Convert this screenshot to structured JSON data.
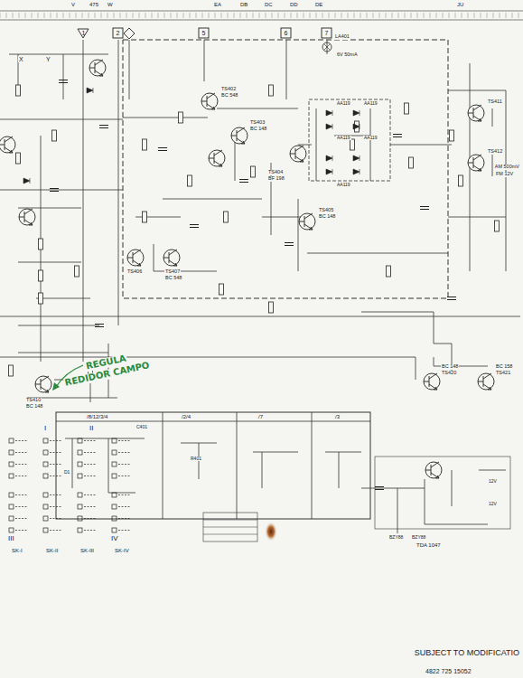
{
  "diagram": {
    "labels": [
      "X",
      "Y",
      "V",
      "W",
      "475",
      "EA",
      "DB",
      "DC",
      "DD",
      "DE",
      "JU",
      "1",
      "2",
      "5",
      "6",
      "7",
      "TS402",
      "BC 548",
      "TS403",
      "BC 148",
      "TS404",
      "BF 198",
      "TS405",
      "BC 148",
      "TS406",
      "TS407",
      "BC 548",
      "LA401",
      "6V 50mA",
      "TS411",
      "TS412",
      "AM 500mV",
      "FM 12V",
      "AA119",
      "AA119",
      "AA119",
      "AA119",
      "AA119",
      "TS410",
      "BC 148",
      "REGULA",
      "REDIDOR CAMPO",
      "TS420",
      "BC 148",
      "TS421",
      "BC 158",
      "/8/12/3/4",
      "/2/4",
      "/7",
      "/3",
      "I",
      "II",
      "III",
      "IV",
      "SK-I",
      "SK-II",
      "SK-III",
      "SK-IV",
      "TDA 1047",
      "SUBJECT TO MODIFICATIO",
      "4822 725 15052",
      "BZY88",
      "BZY88",
      "12V",
      "12V",
      "C401",
      "R401",
      "D1"
    ]
  }
}
